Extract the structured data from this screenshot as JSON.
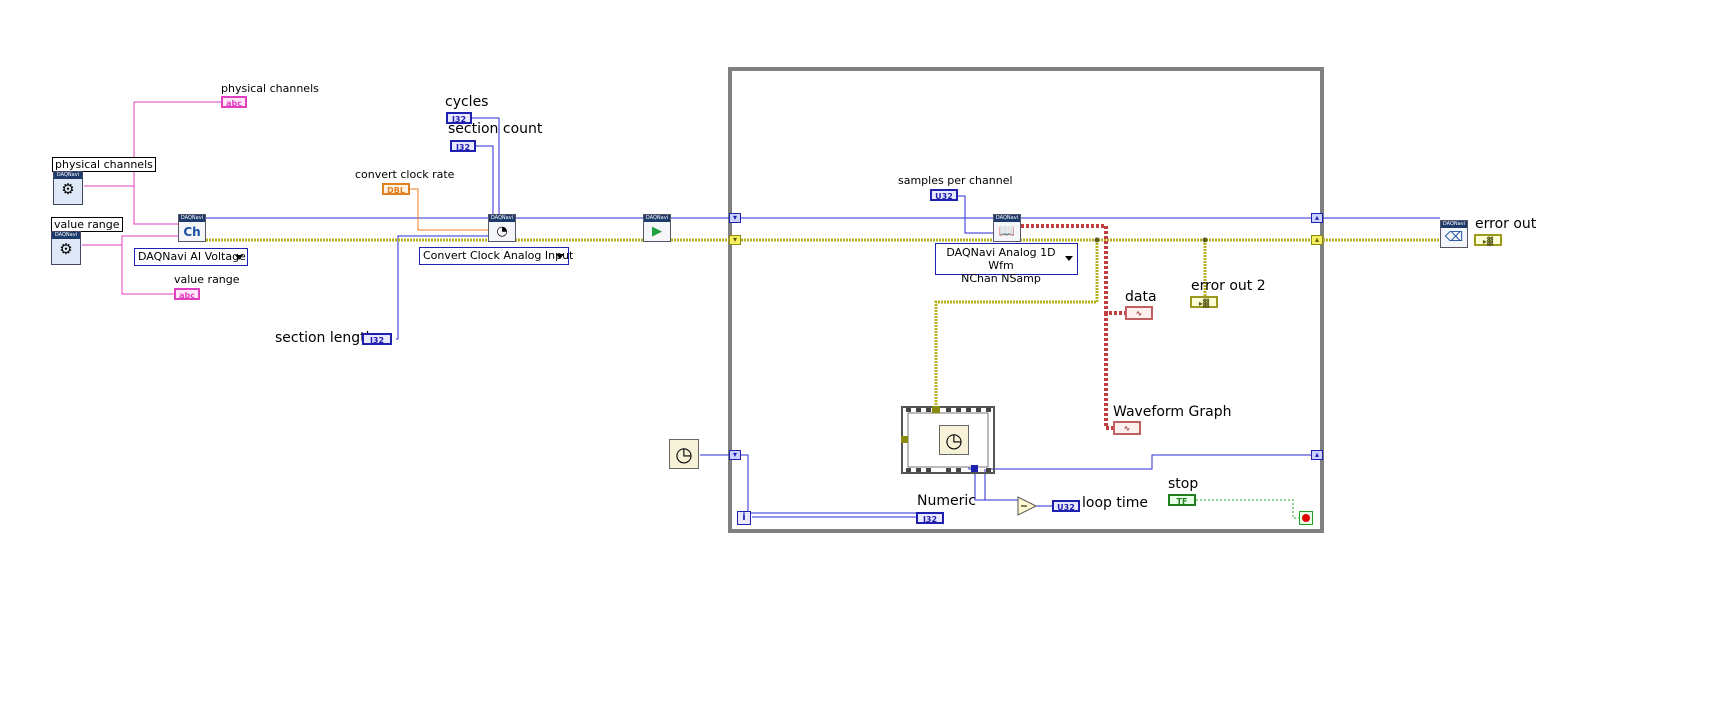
{
  "labels": {
    "physical_channels_indicator": "physical channels",
    "physical_channels_control": "physical channels",
    "value_range_control": "value range",
    "value_range_indicator": "value range",
    "cycles": "cycles",
    "section_count": "section count",
    "convert_clock_rate": "convert clock rate",
    "section_length": "section length",
    "samples_per_channel": "samples per channel",
    "data": "data",
    "waveform_graph": "Waveform Graph",
    "error_out": "error out",
    "error_out_2": "error out 2",
    "numeric": "Numeric",
    "loop_time": "loop time",
    "stop": "stop"
  },
  "terminals": {
    "str": "abc",
    "i32": "I32",
    "u32": "U32",
    "dbl": "DBL",
    "tf": "TF",
    "err": "▸▓"
  },
  "rings": {
    "ai_voltage": "DAQNavi AI Voltage",
    "convert_clock": "Convert Clock Analog Input",
    "analog_read_line1": "DAQNavi Analog 1D Wfm",
    "analog_read_line2": "NChan NSamp"
  },
  "nodes": {
    "header": "DAQNavi",
    "create_channel_icon": "Ch",
    "iteration_terminal": "i"
  },
  "icons": {
    "config": "config-gear-icon",
    "timing": "timing-icon",
    "start": "play-icon",
    "read": "book-icon",
    "clear": "eraser-icon",
    "tick_count": "clock-icon",
    "subtract": "subtract-icon",
    "stop_terminal": "stop-icon"
  },
  "colors": {
    "wire_int": "#2b2bd6",
    "wire_string": "#e040c0",
    "wire_double": "#f08020",
    "wire_error": "#b8b020",
    "wire_waveform": "#c04040",
    "wire_bool": "#20a020",
    "loop_border": "#808080"
  }
}
